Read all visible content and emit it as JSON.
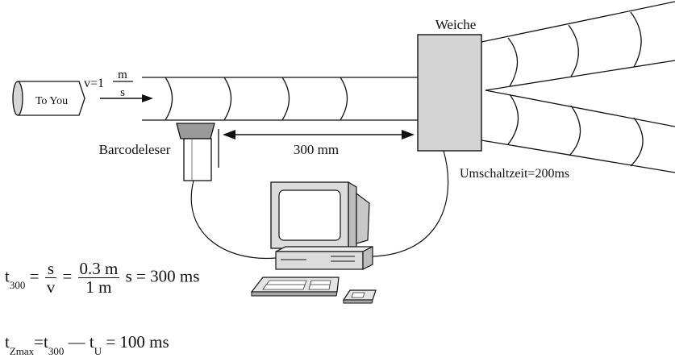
{
  "labels": {
    "to_you": "To You",
    "velocity_prefix": "v=1",
    "velocity_unit_num": "m",
    "velocity_unit_den": "s",
    "barcode_reader": "Barcodeleser",
    "distance": "300 mm",
    "switch": "Weiche",
    "switch_time": "Umschaltzeit=200ms"
  },
  "formula1": {
    "t": "t",
    "sub": "300",
    "eq1": "=",
    "f1_num": "s",
    "f1_den": "v",
    "eq2": "=",
    "f2_num": "0.3 m",
    "f2_den": "1 m",
    "tail": "s = 300 ms"
  },
  "formula2": {
    "t1": "t",
    "sub1": "Zmax",
    "eq": "=",
    "t2": "t",
    "sub2": "300",
    "minus": "—",
    "t3": "t",
    "sub3": "U",
    "tail": "= 100 ms"
  },
  "colors": {
    "line": "#111111",
    "box_fill": "#d4d4d4",
    "reader_head": "#9a9a9a",
    "monitor_screen": "#ffffff"
  }
}
